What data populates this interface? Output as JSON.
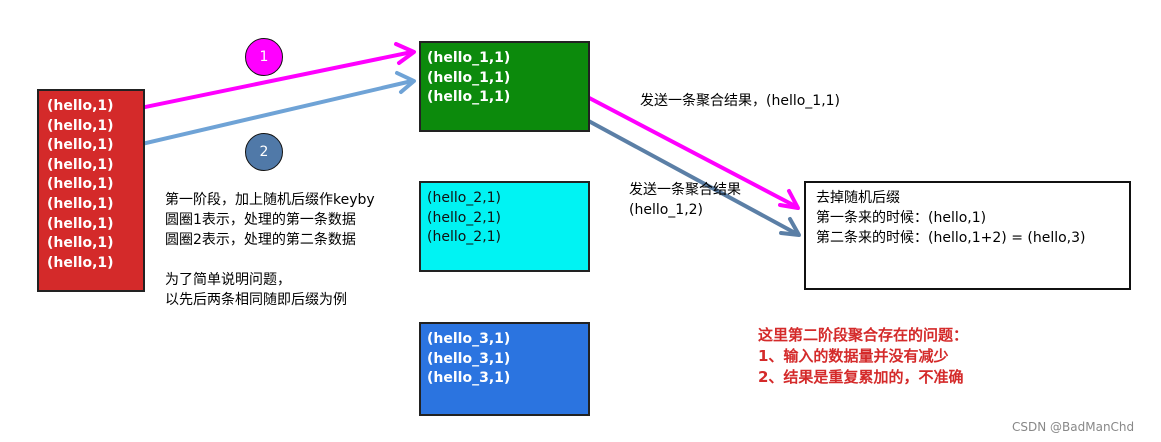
{
  "red_box": {
    "lines": [
      "(hello,1)",
      "(hello,1)",
      "(hello,1)",
      "(hello,1)",
      "(hello,1)",
      "(hello,1)",
      "(hello,1)",
      "(hello,1)",
      "(hello,1)"
    ]
  },
  "green_box": {
    "lines": [
      "(hello_1,1)",
      "(hello_1,1)",
      "(hello_1,1)"
    ]
  },
  "cyan_box": {
    "lines": [
      "(hello_2,1)",
      "(hello_2,1)",
      "(hello_2,1)"
    ]
  },
  "blue_box": {
    "lines": [
      "(hello_3,1)",
      "(hello_3,1)",
      "(hello_3,1)"
    ]
  },
  "circle1": "1",
  "circle2": "2",
  "stage_note": {
    "lines": [
      "第一阶段，加上随机后缀作keyby",
      "圆圈1表示，处理的第一条数据",
      "圆圈2表示，处理的第二条数据",
      "",
      "为了简单说明问题，",
      "以先后两条相同随即后缀为例"
    ]
  },
  "send_label_1": "发送一条聚合结果，(hello_1,1)",
  "send_label_2": {
    "lines": [
      "发送一条聚合结果",
      "(hello_1,2)"
    ]
  },
  "result_box": {
    "lines": [
      "去掉随机后缀",
      "第一条来的时候：(hello,1)",
      "第二条来的时候：(hello,1+2) = (hello,3)"
    ]
  },
  "problem_note": {
    "lines": [
      "这里第二阶段聚合存在的问题：",
      "1、输入的数据量并没有减少",
      "2、结果是重复累加的，不准确"
    ]
  },
  "watermark": "CSDN @BadManChd",
  "colors": {
    "magenta_arrow": "#ff00ff",
    "blue_arrow": "#6fa3d6",
    "slate_arrow": "#5b7fa6",
    "red_box": "#d42a2a",
    "green_box": "#0c8a0c",
    "cyan_box": "#00f3f3",
    "blue_box": "#2b74e0",
    "problem_text": "#d42a2a"
  }
}
